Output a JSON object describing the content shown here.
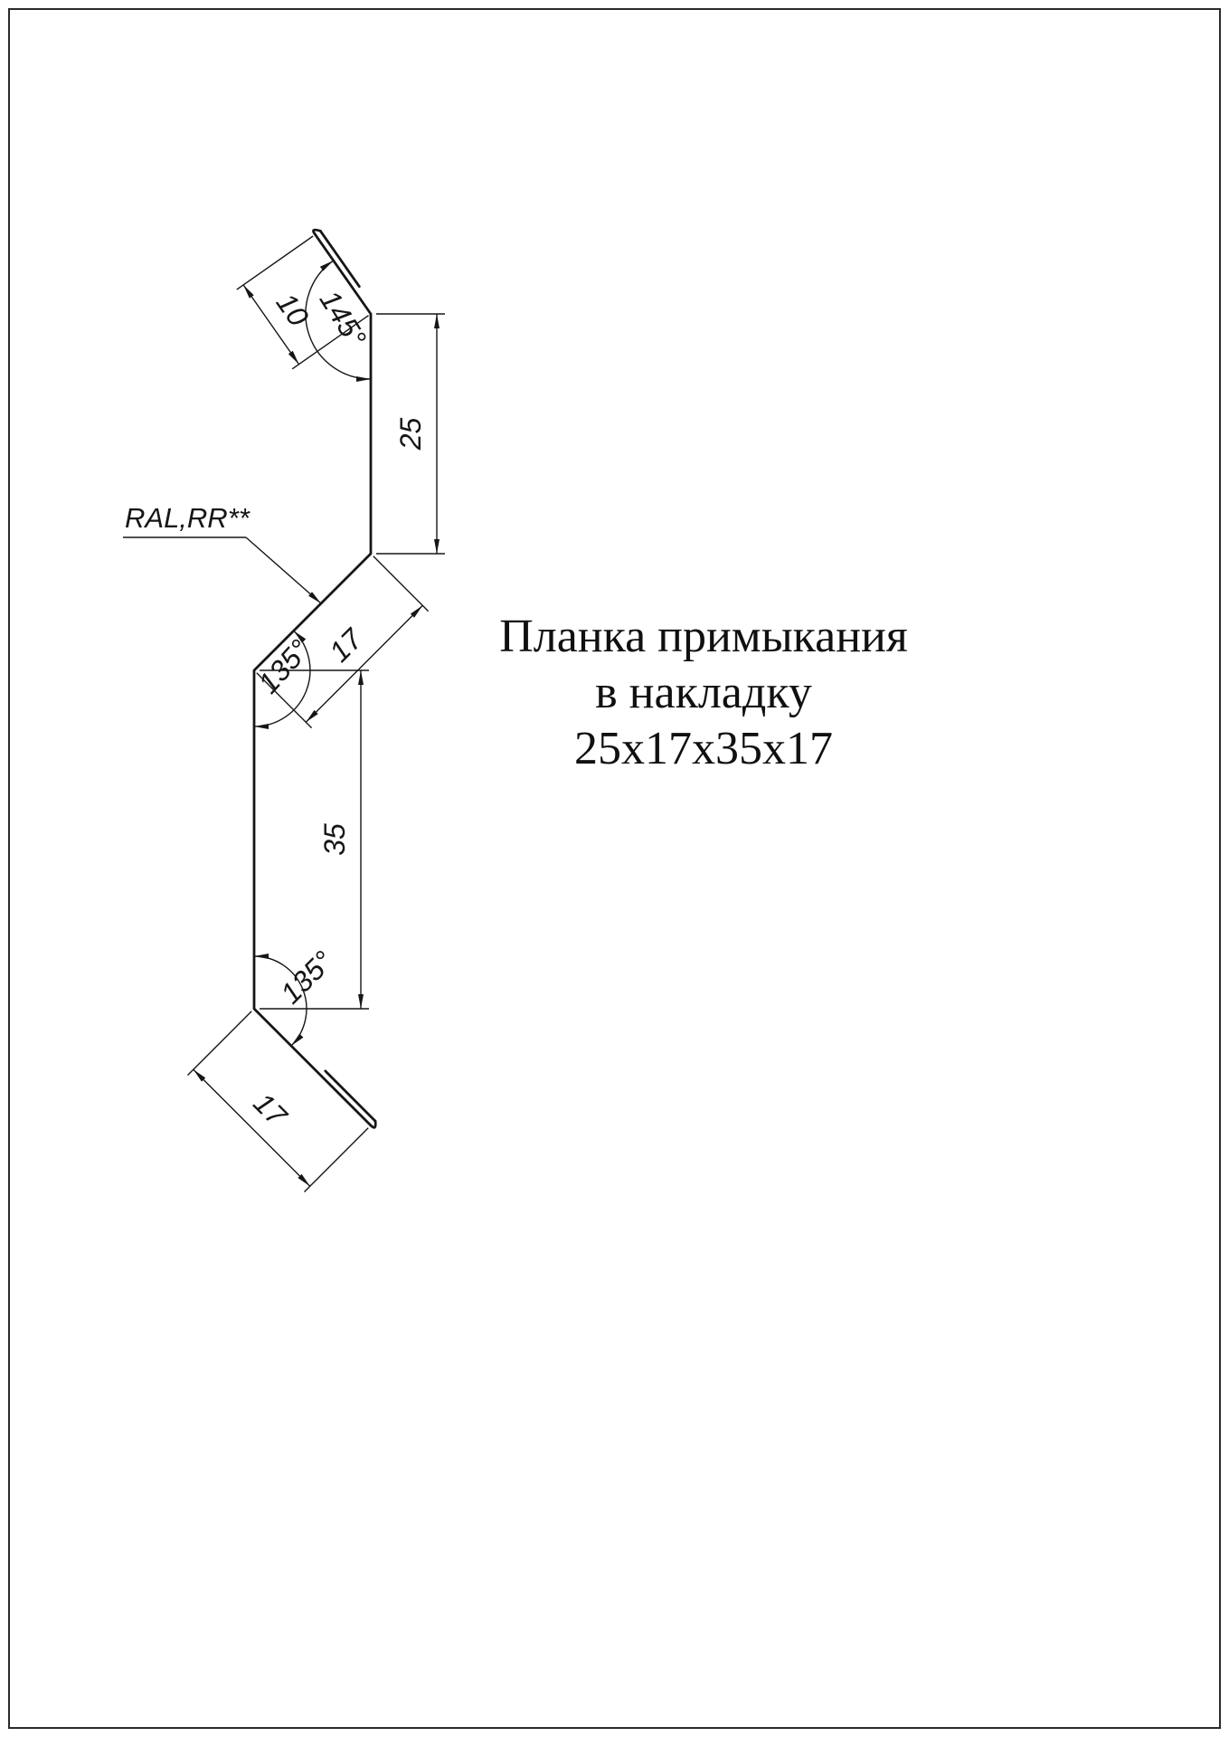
{
  "page": {
    "background": "#ffffff",
    "line_color": "#161616"
  },
  "title": {
    "line1": "Планка примыкания",
    "line2": "в накладку",
    "line3": "25x17x35x17"
  },
  "material_label": {
    "text": "RAL,RR**"
  },
  "dimensions": {
    "hem_top": "10",
    "upper_vertical": "25",
    "upper_diagonal": "17",
    "middle_vertical": "35",
    "bottom_diagonal": "17"
  },
  "angles": {
    "top": "145°",
    "middle": "135°",
    "bottom": "135°"
  }
}
